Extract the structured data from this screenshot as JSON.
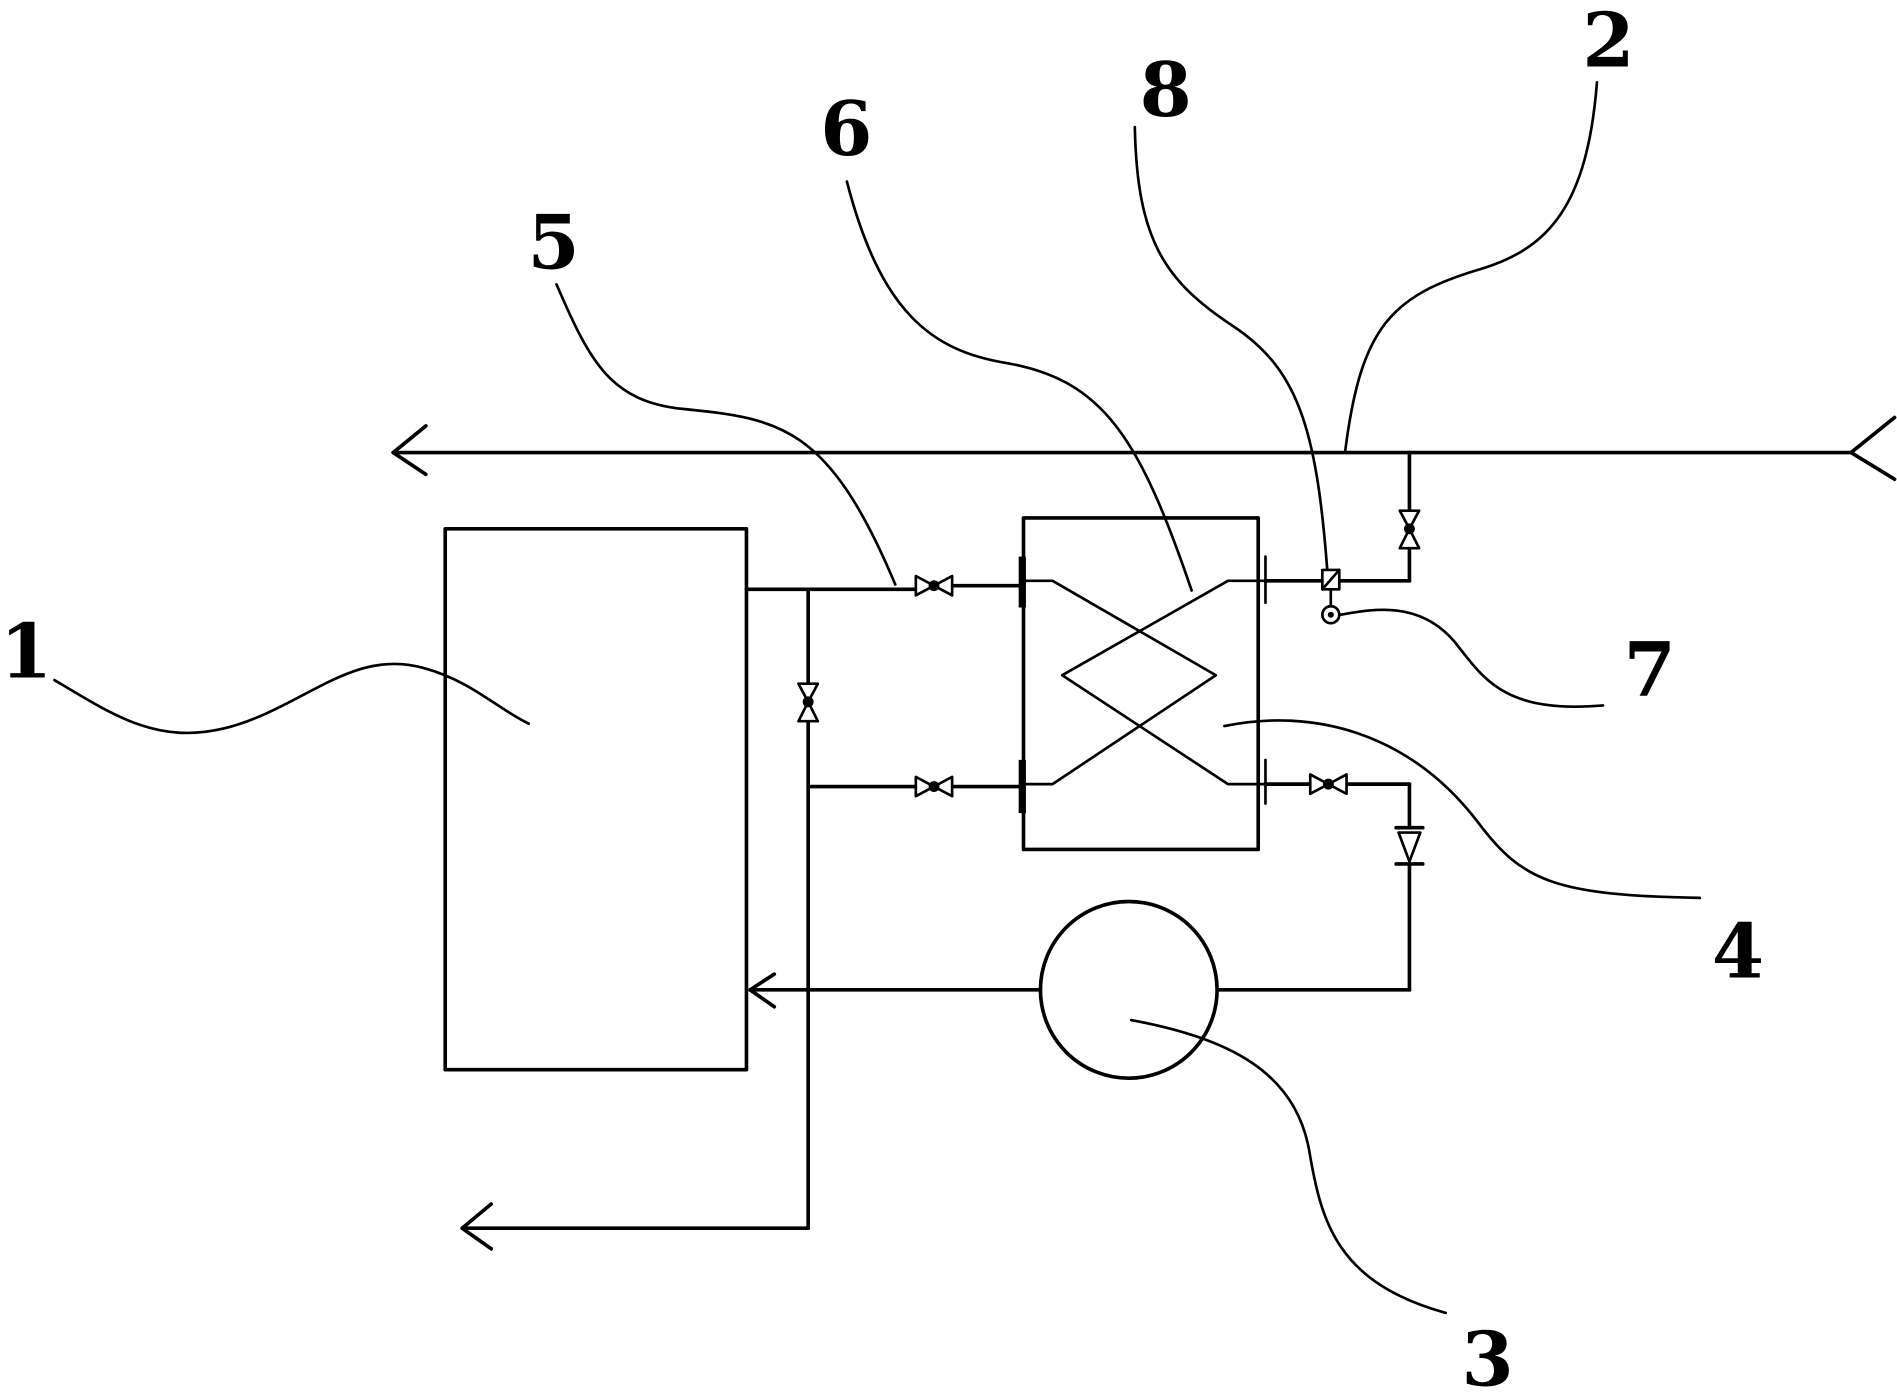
{
  "labels": [
    "1",
    "2",
    "3",
    "4",
    "5",
    "6",
    "7",
    "8"
  ],
  "colors": {
    "stroke": "#000000",
    "background": "#ffffff"
  }
}
